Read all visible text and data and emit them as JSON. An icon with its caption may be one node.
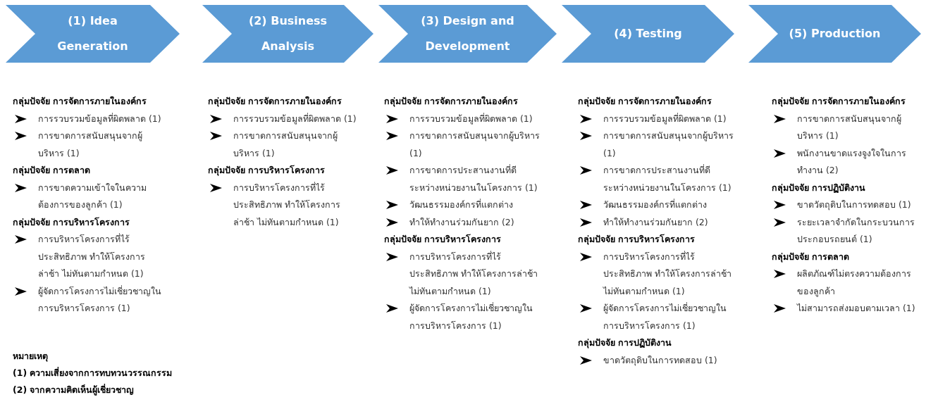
{
  "diagram": {
    "nodes": [
      {
        "text": [
          "(1) Idea Generation"
        ]
      },
      {
        "text": [
          "(2) Business Analysis"
        ]
      },
      {
        "text": [
          "(3) Design and Development"
        ]
      },
      {
        "text": [
          "(4) Testing"
        ]
      },
      {
        "text": [
          "(5) Production"
        ]
      }
    ],
    "labels": [
      "กลุ่มปัจจัย การจัดการภายในองค์กร",
      "การรวบรวมข้อมูลที่ผิดพลาด (1)",
      "การขาดการสนับสนุนจากผู้บริหาร (1)",
      "กลุ่มปัจจัย การตลาด",
      "การขาดความเข้าใจในความต้องการของลูกค้า (1)",
      "กลุ่มปัจจัย การบริหารโครงการ",
      "การบริหารโครงการที่ไร้ประสิทธิภาพ ทำให้โครงการล่าช้า ไม่ทันตามกำหนด (1)",
      "ผู้จัดการโครงการไม่เชี่ยวชาญในการบริหารโครงการ (1)",
      "กลุ่มปัจจัย การจัดการภายในองค์กร",
      "การรวบรวมข้อมูลที่ผิดพลาด (1)",
      "การขาดการสนับสนุนจากผู้บริหาร (1)",
      "กลุ่มปัจจัย การบริหารโครงการ",
      "การบริหารโครงการที่ไร้ประสิทธิภาพ ทำให้โครงการล่าช้า ไม่ทันตามกำหนด (1)",
      "กลุ่มปัจจัย การจัดการภายในองค์กร",
      "การรวบรวมข้อมูลที่ผิดพลาด (1)",
      "การขาดการสนับสนุนจากผู้บริหาร (1)",
      "การขาดการประสานงานที่ดีระหว่างหน่วยงานในโครงการ (1)",
      "วัฒนธรรมองค์กรที่แตกต่าง",
      "ทำให้ทำงานร่วมกันยาก (2)",
      "กลุ่มปัจจัย การบริหารโครงการ",
      "การบริหารโครงการที่ไร้ประสิทธิภาพ ทำให้โครงการล่าช้า ไม่ทันตามกำหนด (1)",
      "ผู้จัดการโครงการไม่เชี่ยวชาญในการบริหารโครงการ (1)",
      "กลุ่มปัจจัย การจัดการภายในองค์กร",
      "การรวบรวมข้อมูลที่ผิดพลาด (1)",
      "การขาดการสนับสนุนจากผู้บริหาร (1)",
      "การขาดการประสานงานที่ดีระหว่างหน่วยงานในโครงการ (1)",
      "วัฒนธรรมองค์กรที่แตกต่าง",
      "ทำให้ทำงานร่วมกันยาก (2)",
      "กลุ่มปัจจัย การบริหารโครงการ",
      "การบริหารโครงการที่ไร้ประสิทธิภาพ ทำให้โครงการล่าช้า ไม่ทันตามกำหนด (1)",
      "ผู้จัดการโครงการไม่เชี่ยวชาญในการบริหารโครงการ (1)",
      "กลุ่มปัจจัย การปฏิบัติงาน",
      "ขาดวัตถุดิบในการทดสอบ (1)",
      "กลุ่มปัจจัย การจัดการภายในองค์กร",
      "การขาดการสนับสนุนจากผู้บริหาร (1)",
      "พนักงานขาดแรงจูงใจในการทำงาน (2)",
      "กลุ่มปัจจัย การปฏิบัติงาน",
      "ขาดวัตถุดิบในการทดสอบ (1)",
      "ระยะเวลาจำกัดในกระบวนการประกอบรถยนต์ (1)",
      "กลุ่มปัจจัย การตลาด",
      "ผลิตภัณฑ์ไม่ตรงความต้องการของลูกค้า",
      "ไม่สามารถส่งมอบตามเวลา (1)",
      "หมายเหตุ",
      "(1) ความเสี่ยงจากการทบทวนวรรณกรรม",
      "(2) จากความคิดเห็นผู้เชี่ยวชาญ"
    ]
  }
}
